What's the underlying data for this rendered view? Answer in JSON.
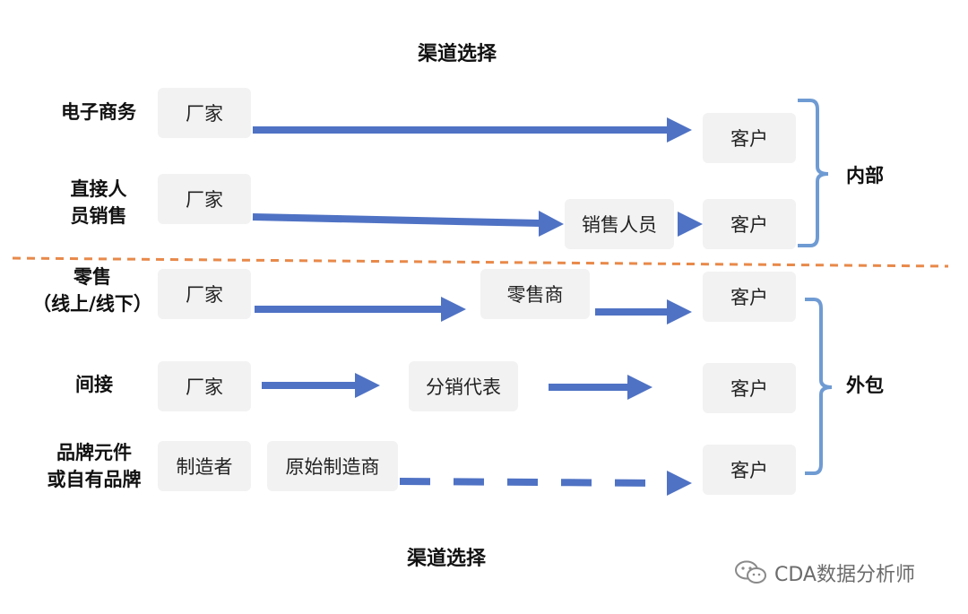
{
  "title_top": "渠道选择",
  "title_bottom": "渠道选择",
  "rows": [
    {
      "label_lines": [
        "电子商务"
      ]
    },
    {
      "label_lines": [
        "直接人",
        "员销售"
      ]
    },
    {
      "label_lines": [
        "零售",
        "（线上/线下）"
      ]
    },
    {
      "label_lines": [
        "间接"
      ]
    },
    {
      "label_lines": [
        "品牌元件",
        "或自有品牌"
      ]
    }
  ],
  "boxes": {
    "manufacturer_1": "厂家",
    "manufacturer_2": "厂家",
    "manufacturer_3": "厂家",
    "manufacturer_4": "厂家",
    "maker": "制造者",
    "sales_person": "销售人员",
    "retailer": "零售商",
    "distributor": "分销代表",
    "oem": "原始制造商",
    "customer_1": "客户",
    "customer_2": "客户",
    "customer_3": "客户",
    "customer_4": "客户",
    "customer_5": "客户"
  },
  "groups": {
    "internal": "内部",
    "outsourced": "外包"
  },
  "watermark": "CDA数据分析师",
  "colors": {
    "arrow": "#4f72c4",
    "bracket": "#6f9bd3",
    "divider": "#e8894a",
    "box_bg": "#f2f2f2"
  }
}
